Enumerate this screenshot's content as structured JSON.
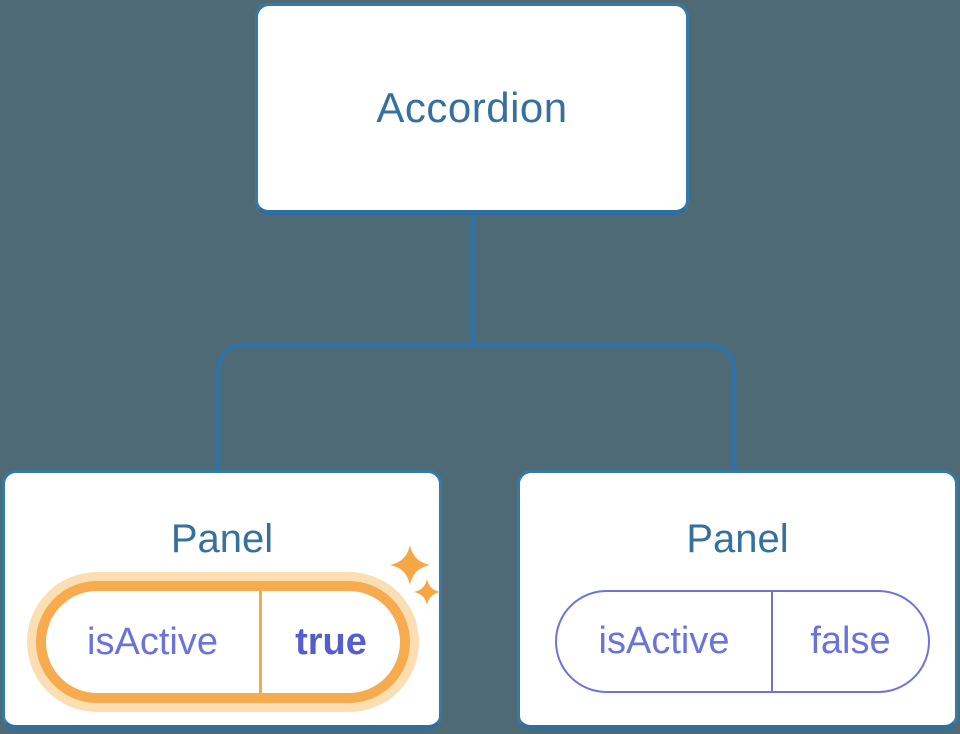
{
  "diagram": {
    "root": {
      "label": "Accordion"
    },
    "panels": [
      {
        "title": "Panel",
        "state_key": "isActive",
        "state_value": "true",
        "highlighted": true,
        "decoration": "sparkle-icon"
      },
      {
        "title": "Panel",
        "state_key": "isActive",
        "state_value": "false",
        "highlighted": false,
        "decoration": null
      }
    ]
  },
  "colors": {
    "background": "#4E6A74",
    "node_fill": "#FFFFFF",
    "node_border": "#3579AB",
    "node_border_bottom": "#2F6FA0",
    "connector": "#2F73A6",
    "title_text": "#35709E",
    "state_text": "#6A73DB",
    "state_value_active_text": "#555ECE",
    "highlight_ring": "#F6AB4F",
    "highlight_halo": "#FBDFB3",
    "sparkle": "#F5A743"
  }
}
